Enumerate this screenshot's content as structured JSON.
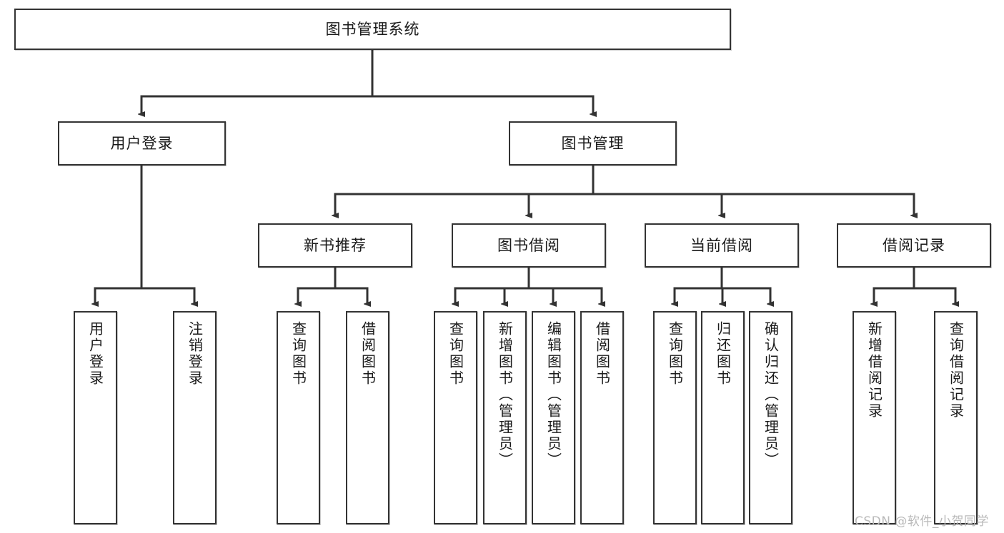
{
  "diagram": {
    "type": "tree",
    "title": "图书管理系统",
    "watermark": "CSDN @软件_小贺同学",
    "colors": {
      "box_border": "#333333",
      "box_fill": "#ffffff",
      "edge": "#333333",
      "text": "#1a1a1a",
      "watermark": "#b9b9b9",
      "background": "#ffffff"
    },
    "nodes": {
      "root": {
        "label": "图书管理系统",
        "level": 1
      },
      "user_login": {
        "label": "用户登录",
        "level": 2
      },
      "book_manage": {
        "label": "图书管理",
        "level": 2
      },
      "new_book_rec": {
        "label": "新书推荐",
        "level": 3
      },
      "book_borrow": {
        "label": "图书借阅",
        "level": 3
      },
      "current_borrow": {
        "label": "当前借阅",
        "level": 3
      },
      "borrow_record": {
        "label": "借阅记录",
        "level": 3
      },
      "leaf_user_login": {
        "label": "用户登录",
        "level": 4
      },
      "leaf_logout": {
        "label": "注销登录",
        "level": 4
      },
      "leaf_query_book_1": {
        "label": "查询图书",
        "level": 4
      },
      "leaf_borrow_book_1": {
        "label": "借阅图书",
        "level": 4
      },
      "leaf_query_book_2": {
        "label": "查询图书",
        "level": 4
      },
      "leaf_add_book": {
        "label": "新增图书（管理员）",
        "level": 4
      },
      "leaf_edit_book": {
        "label": "编辑图书（管理员）",
        "level": 4
      },
      "leaf_borrow_book_2": {
        "label": "借阅图书",
        "level": 4
      },
      "leaf_query_book_3": {
        "label": "查询图书",
        "level": 4
      },
      "leaf_return_book": {
        "label": "归还图书",
        "level": 4
      },
      "leaf_confirm_return": {
        "label": "确认归还（管理员）",
        "level": 4
      },
      "leaf_add_record": {
        "label": "新增借阅记录",
        "level": 4
      },
      "leaf_query_record": {
        "label": "查询借阅记录",
        "level": 4
      }
    },
    "edges": [
      {
        "from": "root",
        "to": "user_login"
      },
      {
        "from": "root",
        "to": "book_manage"
      },
      {
        "from": "user_login",
        "to": "leaf_user_login"
      },
      {
        "from": "user_login",
        "to": "leaf_logout"
      },
      {
        "from": "book_manage",
        "to": "new_book_rec"
      },
      {
        "from": "book_manage",
        "to": "book_borrow"
      },
      {
        "from": "book_manage",
        "to": "current_borrow"
      },
      {
        "from": "book_manage",
        "to": "borrow_record"
      },
      {
        "from": "new_book_rec",
        "to": "leaf_query_book_1"
      },
      {
        "from": "new_book_rec",
        "to": "leaf_borrow_book_1"
      },
      {
        "from": "book_borrow",
        "to": "leaf_query_book_2"
      },
      {
        "from": "book_borrow",
        "to": "leaf_add_book"
      },
      {
        "from": "book_borrow",
        "to": "leaf_edit_book"
      },
      {
        "from": "book_borrow",
        "to": "leaf_borrow_book_2"
      },
      {
        "from": "current_borrow",
        "to": "leaf_query_book_3"
      },
      {
        "from": "current_borrow",
        "to": "leaf_return_book"
      },
      {
        "from": "current_borrow",
        "to": "leaf_confirm_return"
      },
      {
        "from": "borrow_record",
        "to": "leaf_add_record"
      },
      {
        "from": "borrow_record",
        "to": "leaf_query_record"
      }
    ]
  }
}
